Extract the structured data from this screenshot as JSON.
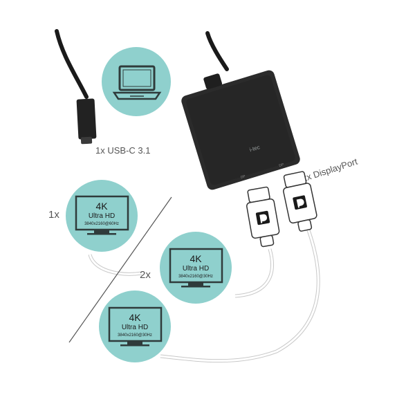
{
  "labels": {
    "usb_c": "1x USB-C 3.1",
    "displayport": "2x DisplayPort",
    "single_count": "1x",
    "dual_count": "2x"
  },
  "adapter": {
    "brand": "i-tec",
    "port_label_left": "DP",
    "port_label_right": "DP"
  },
  "monitors": {
    "top": {
      "headline": "4K",
      "title": "Ultra HD",
      "spec": "3840x2160@60Hz"
    },
    "middle": {
      "headline": "4K",
      "title": "Ultra HD",
      "spec": "3840x2160@30Hz"
    },
    "bottom": {
      "headline": "4K",
      "title": "Ultra HD",
      "spec": "3840x2160@30Hz"
    }
  },
  "colors": {
    "circle_fill": "#8fd0cd",
    "device_dark": "#262626",
    "line_gray": "#555555",
    "cable_white": "#ffffff"
  }
}
